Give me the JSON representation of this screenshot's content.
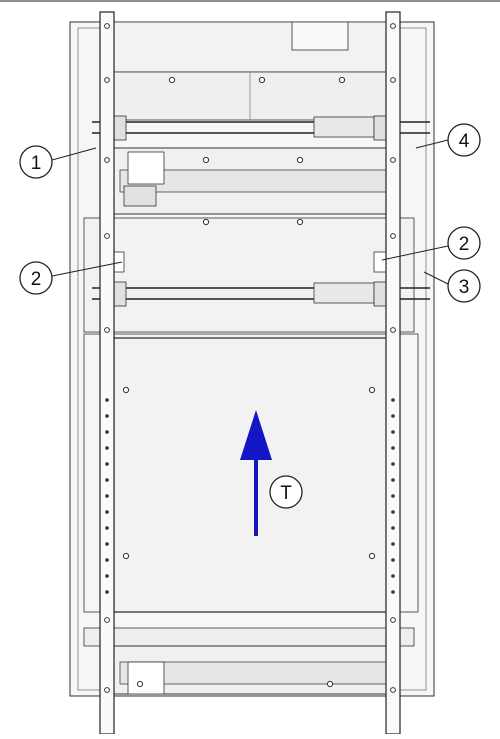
{
  "callouts": [
    {
      "id": "callout-1",
      "label": "1"
    },
    {
      "id": "callout-2-left",
      "label": "2"
    },
    {
      "id": "callout-2-right",
      "label": "2"
    },
    {
      "id": "callout-3",
      "label": "3"
    },
    {
      "id": "callout-4",
      "label": "4"
    },
    {
      "id": "callout-t",
      "label": "T"
    }
  ],
  "colors": {
    "line": "#222222",
    "panel": "#f4f4f4",
    "arrow": "#1515c8"
  },
  "icons": {
    "direction_arrow": "arrow-up-icon"
  }
}
